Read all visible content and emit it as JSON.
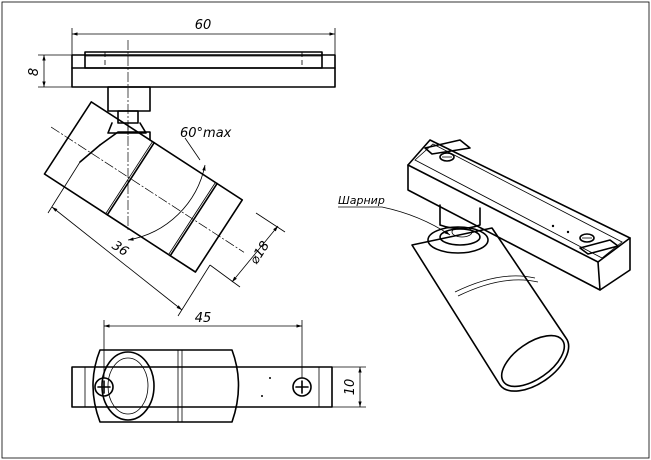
{
  "dimensions": {
    "top_width": "60",
    "top_height": "8",
    "angle": "60°max",
    "length": "36",
    "diameter": "⌀18",
    "bottom_width": "45",
    "bottom_height": "10"
  },
  "labels": {
    "hinge": "Шарнир"
  }
}
